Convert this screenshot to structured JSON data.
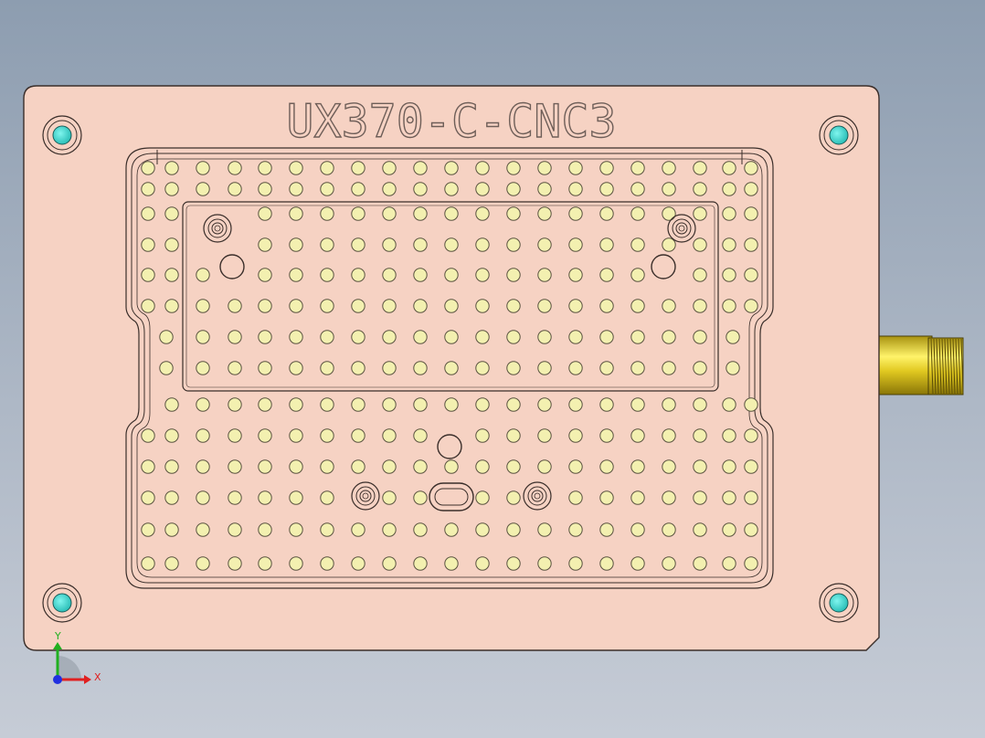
{
  "part_label": "UX370-C-CNC3",
  "axis_triad": {
    "x_label": "X",
    "y_label": "Y"
  },
  "colors": {
    "plate_fill": "#f6d2c3",
    "plate_stroke": "#3a2e2a",
    "hole_fill": "#f3f0b0",
    "hole_stroke": "#5a5340",
    "corner_hole": "#2fd3cc",
    "fitting": "#d8c21c",
    "axis_x": "#e02020",
    "axis_y": "#20b020",
    "axis_z": "#2030e0"
  },
  "icons": [
    "corner-mounting-hole-icon",
    "threaded-fitting-icon",
    "axis-triad-icon"
  ]
}
